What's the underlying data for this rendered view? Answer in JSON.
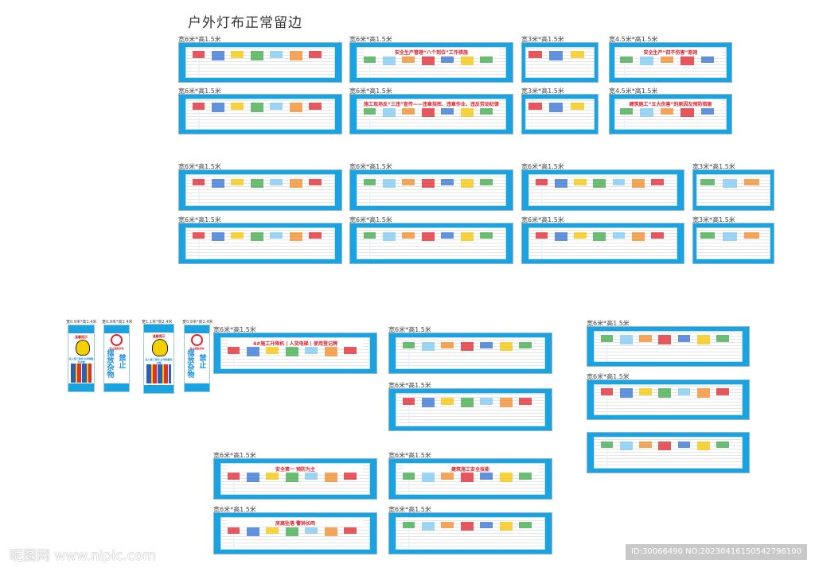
{
  "page_title": "户外灯布正常留边",
  "size_labels": {
    "w6": "宽6米*高1.5米",
    "w3": "宽3米*高1.5米",
    "w45": "宽4.5米*高1.5米",
    "w09": "宽0.9米*高2.4米",
    "w11": "宽1.1米*高2.4米"
  },
  "banner_titles": {
    "sanwei": "施工现场反“三违”宣传——违章指挥、违章作业、违反劳动纪律",
    "basixiang": "安全生产管理“八个到位”工作措施",
    "sibushanghai": "安全生产“四不伤害”原则",
    "wudashanghai": "建筑施工“五大伤害”的原因及预防措施",
    "sisi": "4#施工升降机 | 人货电梯 | 使用登记牌",
    "anquan": "建筑施工安全技能",
    "fangkong": "房高坠落 警钟长鸣",
    "anquanshi": "安全第一 预防为主"
  },
  "signs": {
    "warning_header": "温馨提示",
    "enter_site": "进入施工现场 必须佩戴安全帽",
    "no_sign": "禁止摆放杂物",
    "prohibit": "禁止",
    "stack": "摆放杂物"
  },
  "watermark": "昵图网 www.nipic.com",
  "image_id": "ID:30066490 NO:20230416150542796100",
  "colors": {
    "frame_blue": "#1aa3e0",
    "accent_red": "#e0202a"
  }
}
